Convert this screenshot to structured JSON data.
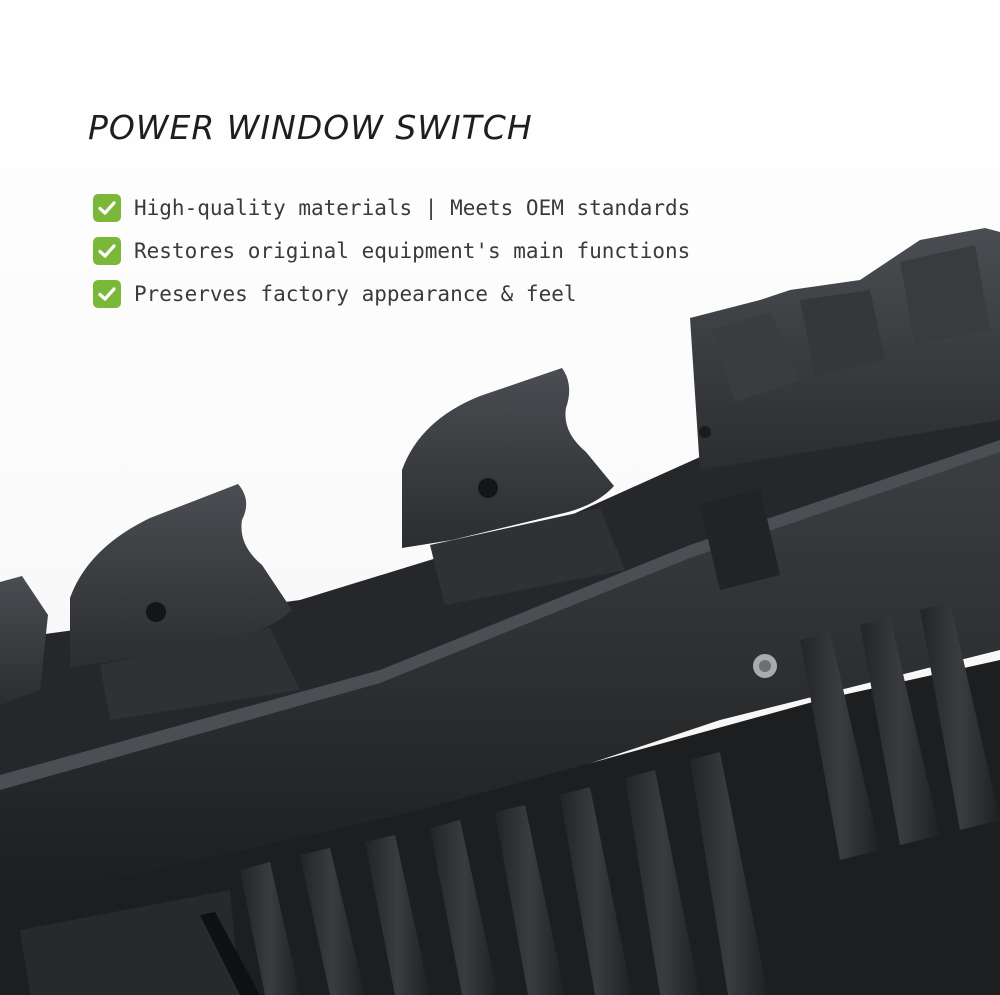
{
  "title": "POWER WINDOW SWITCH",
  "features": [
    {
      "icon": "check-mark-icon",
      "text": "High-quality materials | Meets OEM standards"
    },
    {
      "icon": "check-mark-icon",
      "text": "Restores original equipment's main functions"
    },
    {
      "icon": "check-mark-icon",
      "text": "Preserves factory appearance & feel"
    }
  ],
  "colors": {
    "check_badge": "#7bb83a",
    "product_body": "#2e3032",
    "text": "#3a3a3a"
  }
}
